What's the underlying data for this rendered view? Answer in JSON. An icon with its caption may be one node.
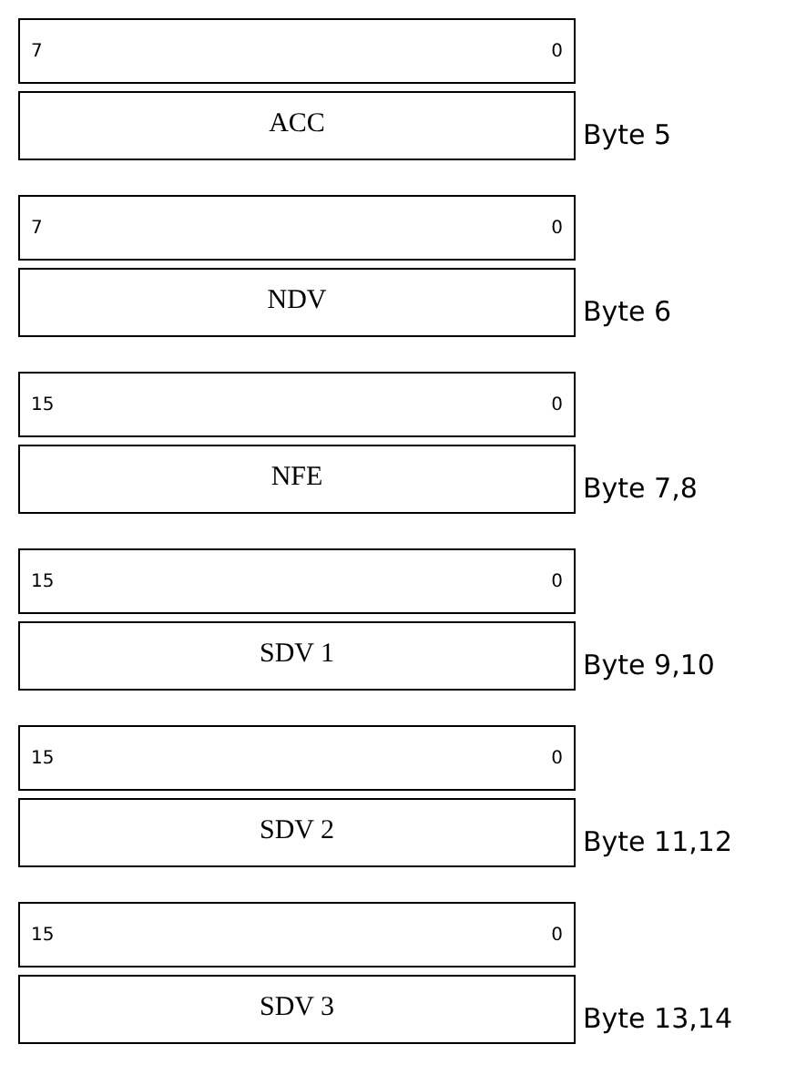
{
  "diagram": {
    "nodes": [
      {
        "text": [
          "7",
          "0"
        ]
      },
      {
        "text": [
          "ACC"
        ],
        "beside": [
          "Byte 5"
        ]
      },
      {
        "text": [
          "7",
          "0"
        ]
      },
      {
        "text": [
          "NDV"
        ],
        "beside": [
          "Byte 6"
        ]
      },
      {
        "text": [
          "15",
          "0"
        ]
      },
      {
        "text": [
          "NFE"
        ],
        "beside": [
          "Byte 7,8"
        ]
      },
      {
        "text": [
          "15",
          "0"
        ]
      },
      {
        "text": [
          "SDV 1"
        ],
        "beside": [
          "Byte 9,10"
        ]
      },
      {
        "text": [
          "15",
          "0"
        ]
      },
      {
        "text": [
          "SDV 2"
        ],
        "beside": [
          "Byte 11,12"
        ]
      },
      {
        "text": [
          "15",
          "0"
        ]
      },
      {
        "text": [
          "SDV 3"
        ],
        "beside": [
          "Byte 13,14"
        ]
      }
    ]
  }
}
